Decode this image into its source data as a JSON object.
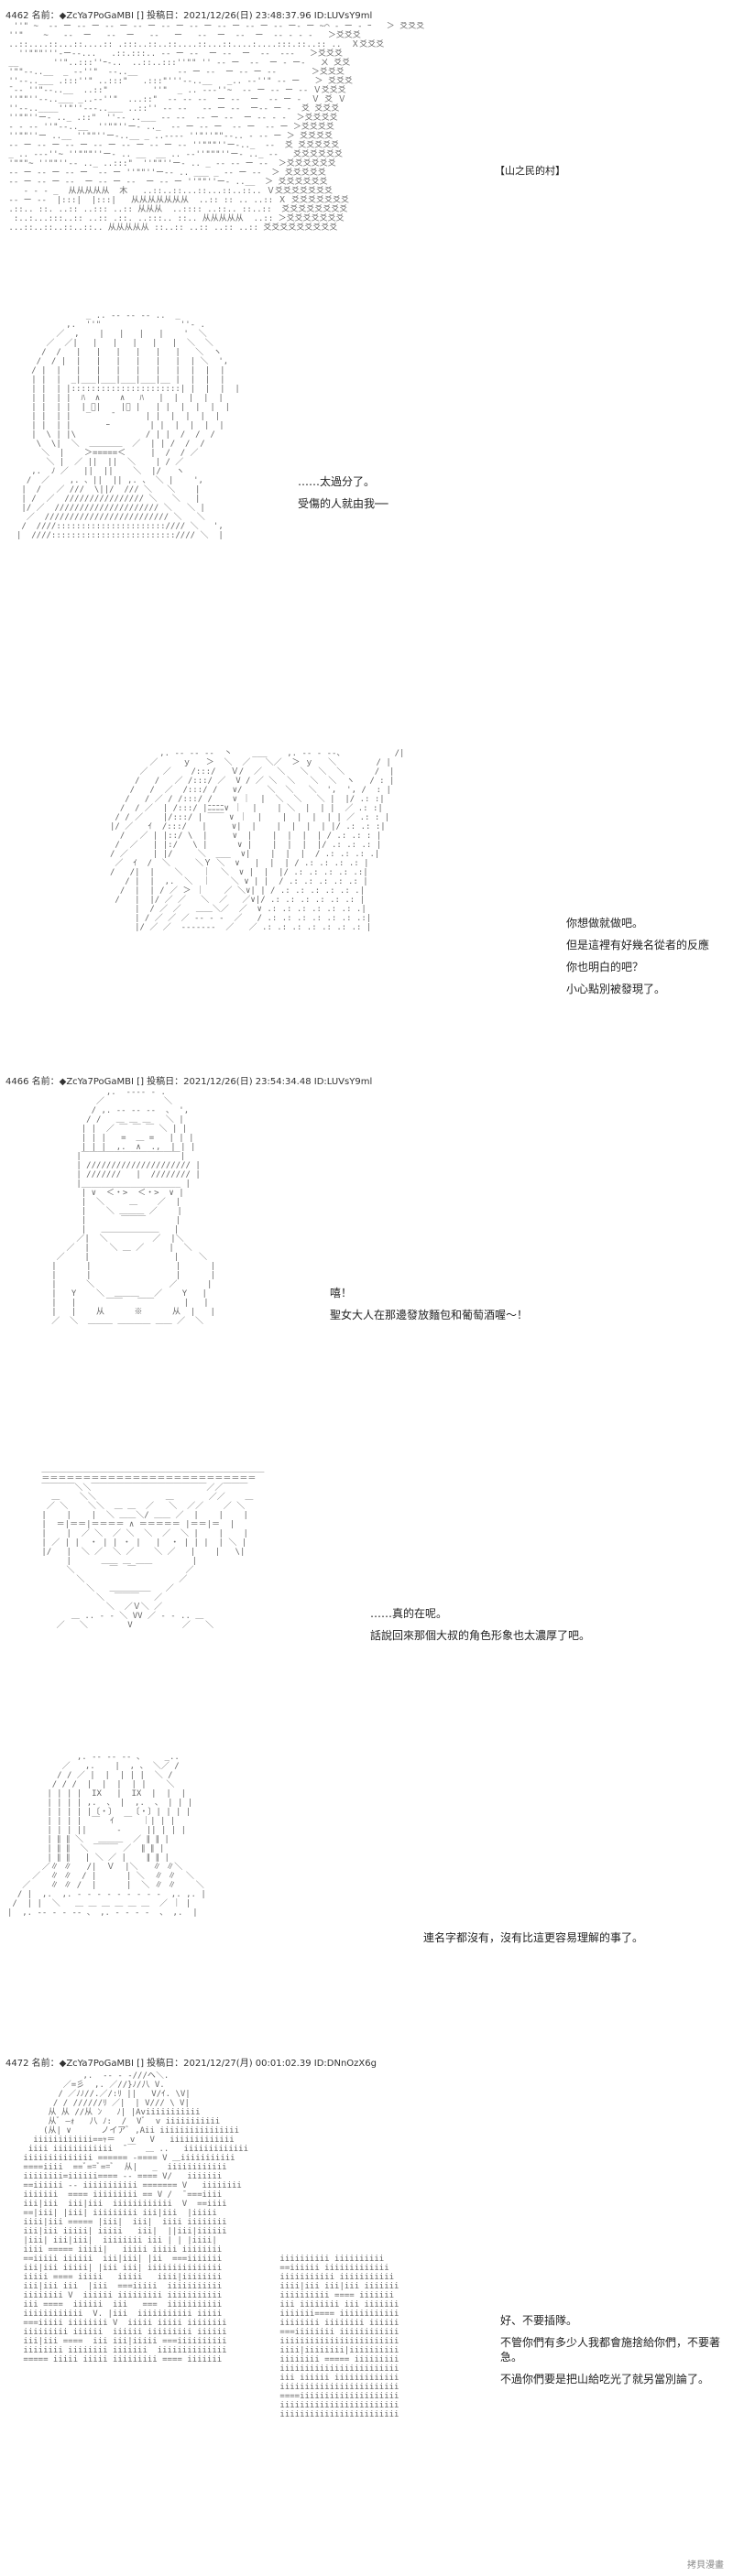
{
  "posts": [
    {
      "header": "4462 名前：◆ZcYa7PoGaMBI [] 投稿日：2021/12/26(日) 23:48:37.96 ID:LUVsY9ml"
    },
    {
      "header": "4466 名前：◆ZcYa7PoGaMBI [] 投稿日：2021/12/26(日) 23:54:34.48 ID:LUVsY9ml"
    },
    {
      "header": "4472 名前：◆ZcYa7PoGaMBI [] 投稿日：2021/12/27(月) 00:01:02.39 ID:DNnOzX6g"
    }
  ],
  "caption_mountain": "【山之民的村】",
  "scenes": [
    {
      "lines": [
        "……太過分了。",
        "受傷的人就由我──"
      ]
    },
    {
      "lines": [
        "你想做就做吧。",
        "但是這裡有好幾名從者的反應",
        "你也明白的吧？",
        "小心點別被發現了。"
      ]
    },
    {
      "lines": [
        "嘻！",
        "聖女大人在那邊發放麵包和葡萄酒喔～！"
      ]
    },
    {
      "lines": [
        "……真的在呢。",
        "話說回來那個大叔的角色形象也太濃厚了吧。"
      ]
    },
    {
      "lines": [
        "連名字都沒有，沒有比這更容易理解的事了。"
      ]
    },
    {
      "lines": [
        "好、不要插隊。",
        "不管你們有多少人我都會施捨給你們，不要著急。",
        "不過你們要是把山給吃光了就另當別論了。"
      ]
    }
  ],
  "watermark": "拷貝漫畫"
}
